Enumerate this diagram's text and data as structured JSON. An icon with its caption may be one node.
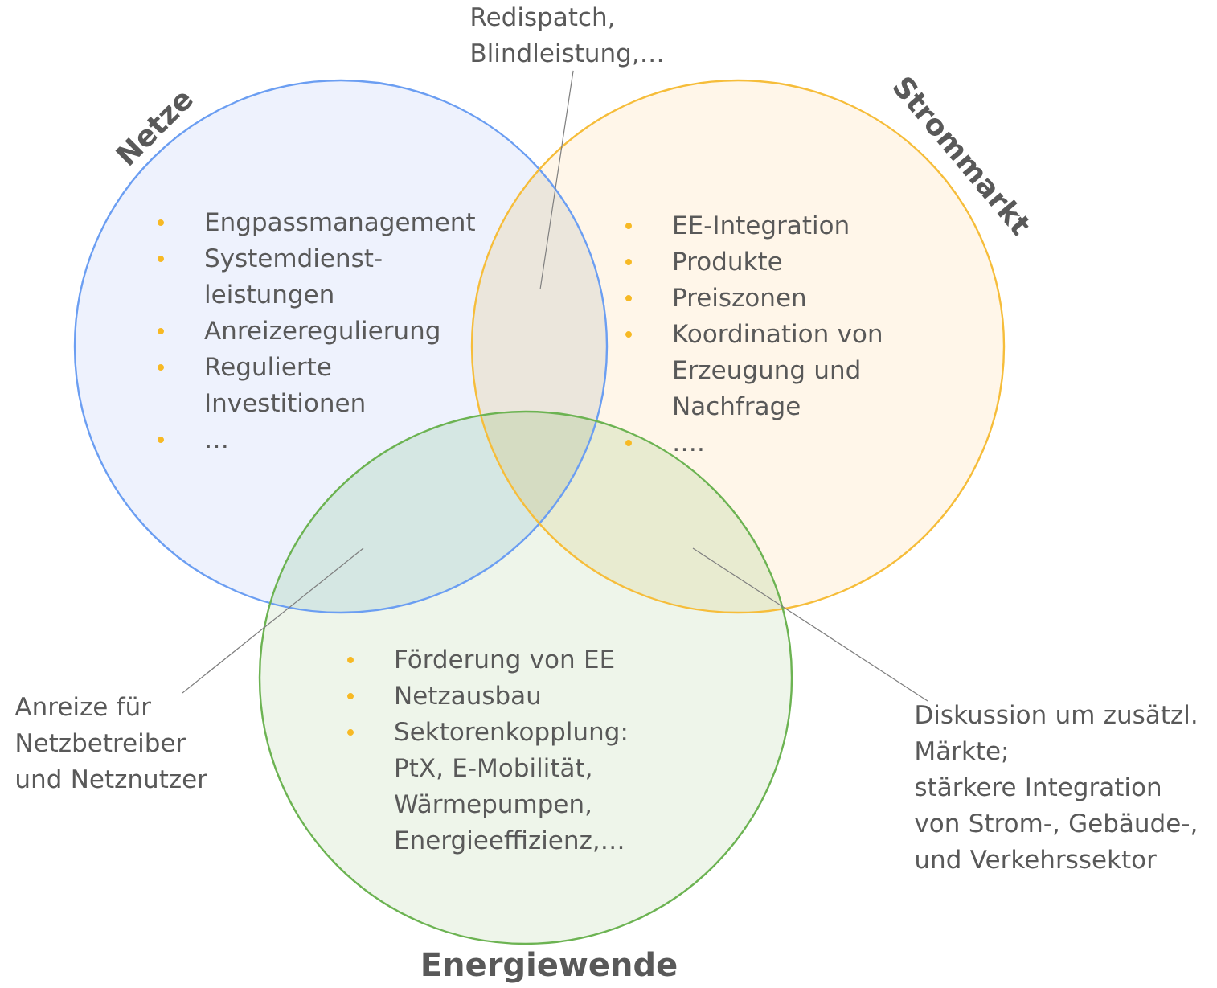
{
  "diagram": {
    "nodes": [
      {
        "text": [
          "Netze",
          "Engpassmanagement",
          "Systemdienst- leistungen",
          "Anreizeregulierung",
          "Regulierte Investitionen",
          "…"
        ]
      },
      {
        "text": [
          "Strommarkt",
          "EE-Integration",
          "Produkte",
          "Preiszonen",
          "Koordination von Erzeugung und Nachfrage",
          "…."
        ]
      },
      {
        "text": [
          "Förderung von EE",
          "Netzausbau",
          "Sektorenkopplung: PtX, E-Mobilität, Wärmepumpen, Energieeffizienz,…",
          "Energiewende"
        ]
      },
      {
        "text": [
          "Redispatch, Blindleistung,…"
        ]
      },
      {
        "text": [
          "Anreize für Netzbetreiber und Netznutzer"
        ]
      },
      {
        "text": [
          "Diskussion um zusätzl. Märkte;",
          "stärkere Integration von Strom-, Gebäude-, und Verkehrssektor"
        ]
      }
    ],
    "edges": [
      {
        "from": 3,
        "to": 0,
        "arrow": "none"
      },
      {
        "from": 4,
        "to": 0,
        "arrow": "none"
      },
      {
        "from": 5,
        "to": 2,
        "arrow": "none"
      }
    ]
  }
}
